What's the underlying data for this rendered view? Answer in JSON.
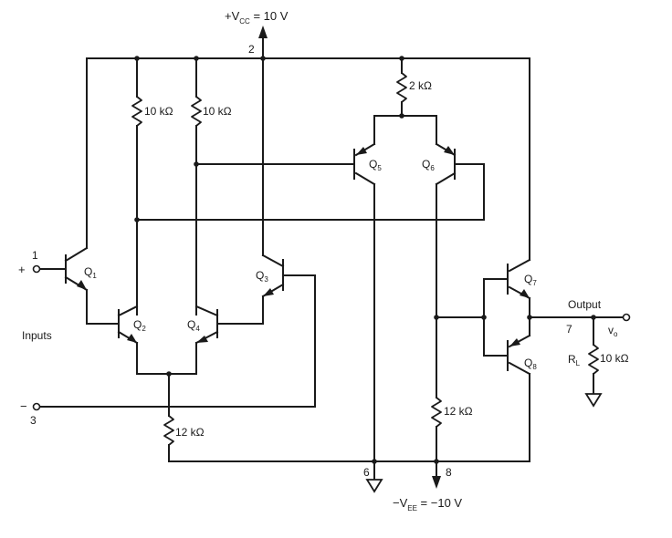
{
  "supply_top": {
    "label": "+V",
    "sub": "CC",
    "value": " = 10 V"
  },
  "supply_bottom": {
    "label": "−V",
    "sub": "EE",
    "value": " = −10 V"
  },
  "pins": {
    "p1": "1",
    "p2": "2",
    "p3": "3",
    "p6": "6",
    "p7": "7",
    "p8": "8"
  },
  "inputs_label": "Inputs",
  "plus_sign": "+",
  "minus_sign": "−",
  "output_label": "Output",
  "vo": {
    "v": "v",
    "sub": "o"
  },
  "rl": {
    "r": "R",
    "sub": "L"
  },
  "resistors": {
    "r1": "10 kΩ",
    "r2": "10 kΩ",
    "r_top": "2 kΩ",
    "r_tail": "12 kΩ",
    "r_bias": "12 kΩ",
    "r_load": "10 kΩ"
  },
  "transistors": {
    "q1": {
      "q": "Q",
      "n": "1"
    },
    "q2": {
      "q": "Q",
      "n": "2"
    },
    "q3": {
      "q": "Q",
      "n": "3"
    },
    "q4": {
      "q": "Q",
      "n": "4"
    },
    "q5": {
      "q": "Q",
      "n": "5"
    },
    "q6": {
      "q": "Q",
      "n": "6"
    },
    "q7": {
      "q": "Q",
      "n": "7"
    },
    "q8": {
      "q": "Q",
      "n": "8"
    }
  }
}
